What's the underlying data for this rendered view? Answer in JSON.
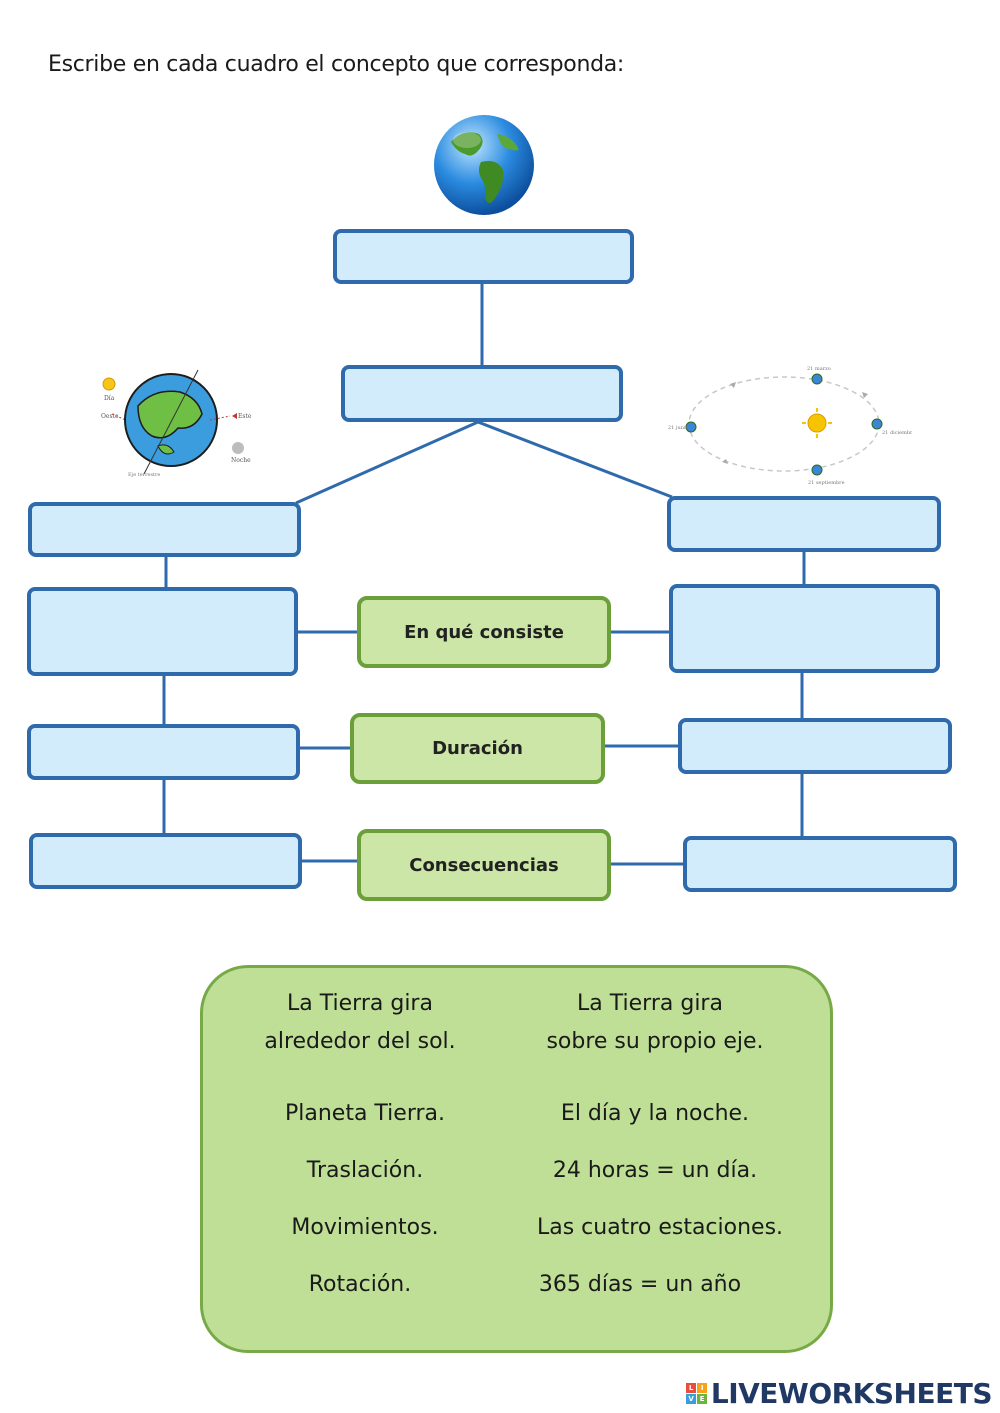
{
  "instruction": "Escribe en cada cuadro el concepto que corresponda:",
  "labels": {
    "consiste": "En qué consiste",
    "duracion": "Duración",
    "consecuencias": "Consecuencias"
  },
  "word_bank": {
    "left": [
      "La Tierra gira",
      "alrededor del sol.",
      "Planeta Tierra.",
      "Traslación.",
      "Movimientos.",
      "Rotación."
    ],
    "right": [
      "La Tierra gira",
      "sobre su propio eje.",
      "El día y la noche.",
      "24 horas = un día.",
      "Las cuatro estaciones.",
      "365 días = un año"
    ]
  },
  "footer": {
    "brand": "LIVEWORKSHEETS",
    "mark_letters": [
      "L",
      "I",
      "V",
      "E"
    ]
  },
  "colors": {
    "blank_box_fill": "#d3ecfb",
    "blank_box_border": "#2f6aac",
    "label_fill": "#cbe6a6",
    "label_border": "#6b9f3a",
    "bank_fill": "#bedf95"
  }
}
